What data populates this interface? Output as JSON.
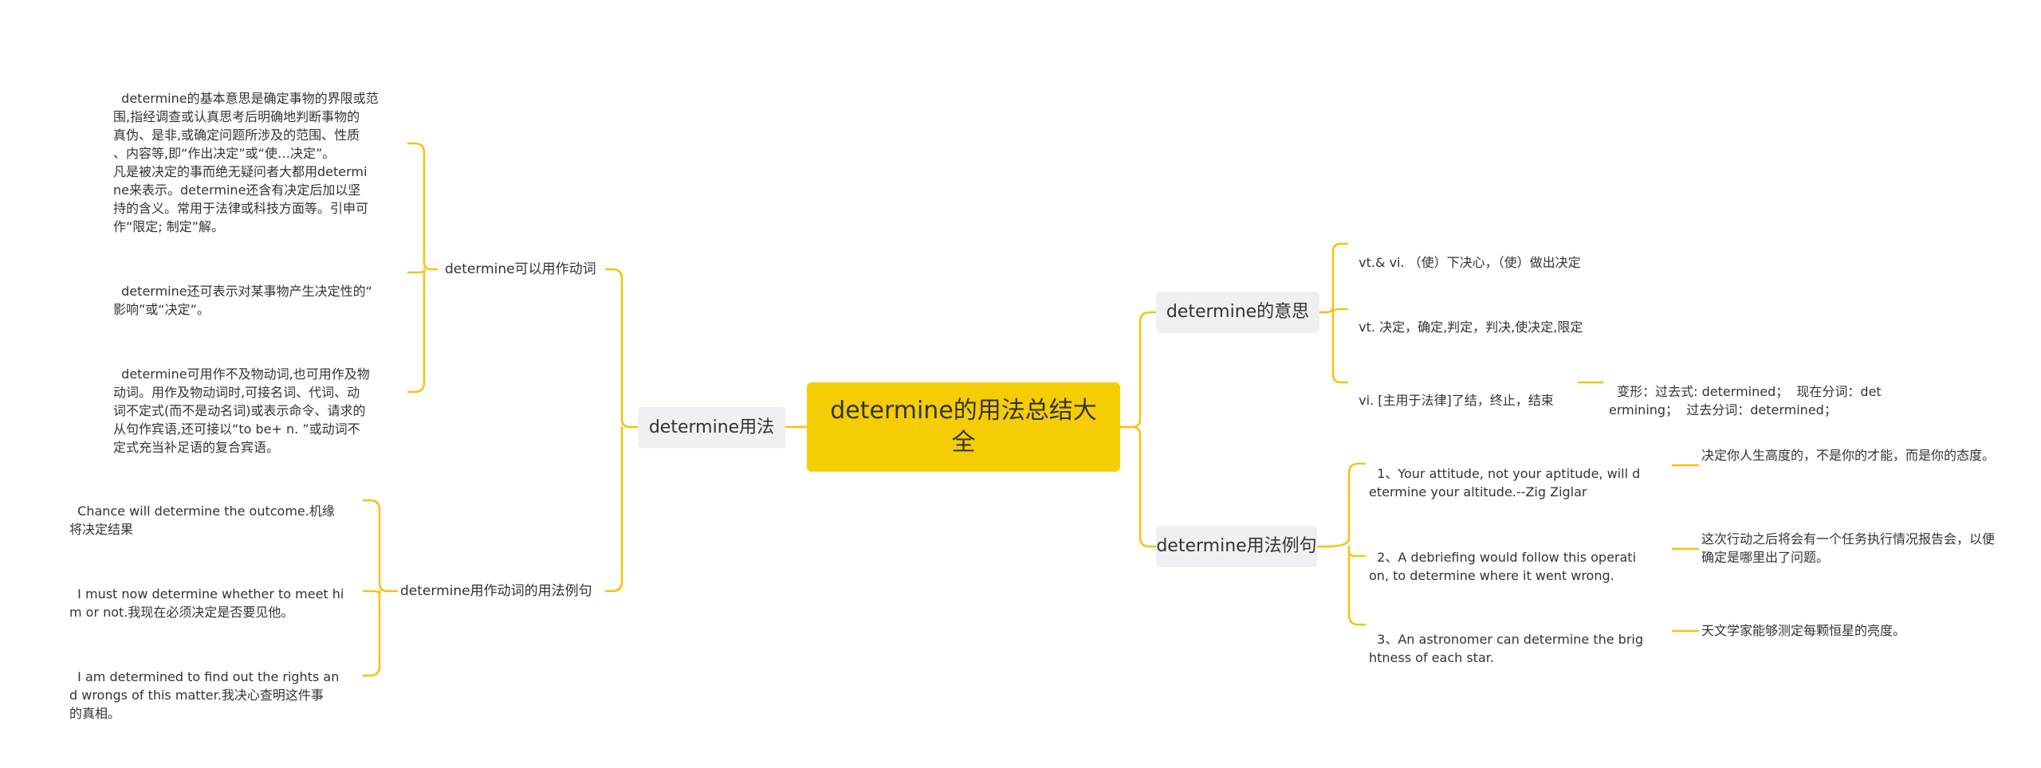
{
  "root": {
    "title": "determine的用法总结大全"
  },
  "left_branch": {
    "label": "determine用法",
    "groups": [
      {
        "label": "determine可以用作动词",
        "items": [
          "determine的基本意思是确定事物的界限或范\n围,指经调查或认真思考后明确地判断事物的\n真伪、是非,或确定问题所涉及的范围、性质\n、内容等,即“作出决定”或“使…决定”。\n凡是被决定的事而绝无疑问者大都用determi\nne来表示。determine还含有决定后加以坚\n持的含义。常用于法律或科技方面等。引申可\n作“限定; 制定”解。",
          "determine还可表示对某事物产生决定性的“\n影响”或“决定”。",
          "determine可用作不及物动词,也可用作及物\n动词。用作及物动词时,可接名词、代词、动\n词不定式(而不是动名词)或表示命令、请求的\n从句作宾语,还可接以“to be+ n. ”或动词不\n定式充当补足语的复合宾语。"
        ]
      },
      {
        "label": "determine用作动词的用法例句",
        "items": [
          "Chance will determine the outcome.机缘\n将决定结果",
          "I must now determine whether to meet hi\nm or not.我现在必须决定是否要见他。",
          "I am determined to find out the rights an\nd wrongs of this matter.我决心查明这件事\n的真相。"
        ]
      }
    ]
  },
  "right_branches": [
    {
      "label": "determine的意思",
      "items": [
        {
          "text": "vt.& vi. （使）下决心，（使）做出决定"
        },
        {
          "text": "vt. 决定，确定,判定，判决,使决定,限定"
        },
        {
          "text": "vi. [主用于法律]了结，终止，结束",
          "note": "变形：过去式: determined；  现在分词：det\nermining；  过去分词：determined；"
        }
      ]
    },
    {
      "label": "determine用法例句",
      "items": [
        {
          "text": "1、Your attitude, not your aptitude, will d\netermine your altitude.--Zig Ziglar",
          "note": "决定你人生高度的，不是你的才能，而是你的态度。"
        },
        {
          "text": "2、A debriefing would follow this operati\non, to determine where it went wrong.",
          "note": "这次行动之后将会有一个任务执行情况报告会，以便确定是哪里出了问题。"
        },
        {
          "text": "3、An astronomer can determine the brig\nhtness of each star.",
          "note": "天文学家能够测定每颗恒星的亮度。"
        }
      ]
    }
  ],
  "colors": {
    "root_fill": "#f5cd05",
    "branch_fill": "#eef0f3",
    "connector": "#f5c211"
  }
}
